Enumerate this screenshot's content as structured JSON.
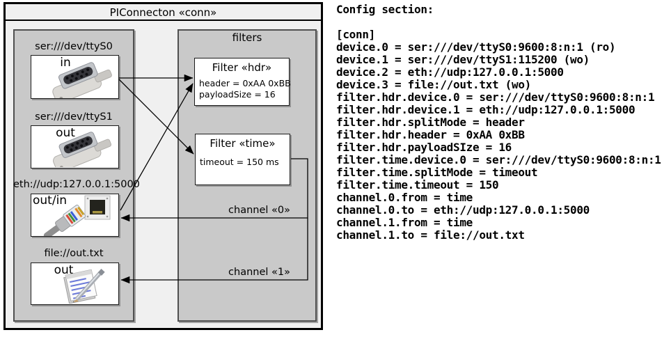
{
  "diagram": {
    "title": "PIConnecton «conn»",
    "devices_group": {
      "devices": [
        {
          "url": "ser:///dev/ttyS0",
          "direction": "in",
          "icon": "serial-connector-icon"
        },
        {
          "url": "ser:///dev/ttyS1",
          "direction": "out",
          "icon": "serial-connector-icon"
        },
        {
          "url": "eth://udp:127.0.0.1:5000",
          "direction": "out/in",
          "icon": "ethernet-plug-icon"
        },
        {
          "url": "file://out.txt",
          "direction": "out",
          "icon": "notepad-icon"
        }
      ]
    },
    "filters_group": {
      "label": "filters",
      "filters": [
        {
          "title": "Filter «hdr»",
          "attributes": [
            "header = 0xAA 0xBB",
            "payloadSize = 16"
          ]
        },
        {
          "title": "Filter «time»",
          "attributes": [
            "timeout = 150 ms"
          ]
        }
      ]
    },
    "channels": [
      {
        "label": "channel «0»"
      },
      {
        "label": "channel «1»"
      }
    ],
    "colors": {
      "outer_fill": "#f0f0f0",
      "group_fill": "#c9c9c9",
      "box_fill": "#ffffff",
      "line": "#000000"
    }
  },
  "config": {
    "title": "Config section:",
    "lines": [
      "[conn]",
      "device.0 = ser:///dev/ttyS0:9600:8:n:1 (ro)",
      "device.1 = ser:///dev/ttyS1:115200 (wo)",
      "device.2 = eth://udp:127.0.0.1:5000",
      "device.3 = file://out.txt (wo)",
      "filter.hdr.device.0 = ser:///dev/ttyS0:9600:8:n:1",
      "filter.hdr.device.1 = eth://udp:127.0.0.1:5000",
      "filter.hdr.splitMode = header",
      "filter.hdr.header = 0xAA 0xBB",
      "filter.hdr.payloadSIze = 16",
      "filter.time.device.0 = ser:///dev/ttyS0:9600:8:n:1",
      "filter.time.splitMode = timeout",
      "filter.time.timeout = 150",
      "channel.0.from = time",
      "channel.0.to = eth://udp:127.0.0.1:5000",
      "channel.1.from = time",
      "channel.1.to = file://out.txt"
    ]
  }
}
